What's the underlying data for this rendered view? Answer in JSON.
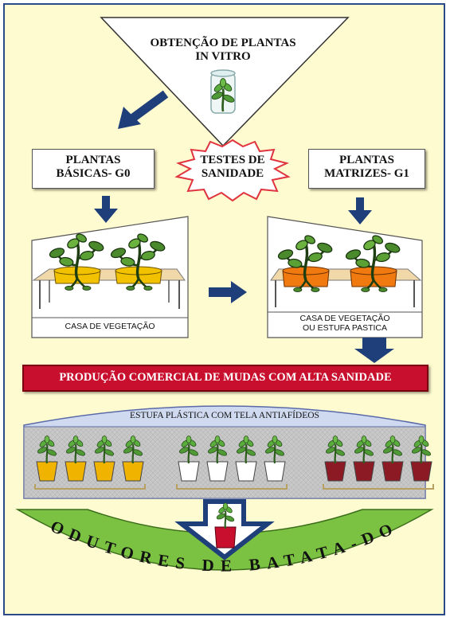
{
  "top_triangle": {
    "line1": "OBTENÇÃO DE PLANTAS",
    "line2": "IN VITRO"
  },
  "starburst": {
    "line1": "TESTES DE",
    "line2": "SANIDADE"
  },
  "box_left": {
    "line1": "PLANTAS",
    "line2": "BÁSICAS- G0"
  },
  "box_right": {
    "line1": "PLANTAS",
    "line2": "MATRIZES- G1"
  },
  "greenhouse_left": {
    "label": "CASA DE VEGETAÇÃO",
    "pot_color": "#f2c200"
  },
  "greenhouse_right": {
    "line1": "CASA DE VEGETAÇÃO",
    "line2": "OU ESTUFA PASTICA",
    "pot_color": "#f07a10"
  },
  "banner": {
    "text": "PRODUÇÃO COMERCIAL DE MUDAS COM ALTA SANIDADE",
    "color": "#c8102e"
  },
  "tunnel": {
    "label": "ESTUFA PLÁSTICA COM TELA ANTIAFÍDEOS",
    "pot_colors": [
      "#f0b400",
      "#ffffff",
      "#8b1a24"
    ]
  },
  "arc": {
    "text": "PRODUTORES DE BATATA-DOCE",
    "color": "#7cc242"
  },
  "colors": {
    "arrow_blue": "#1f3f7a",
    "frame_border": "#2a4a8a",
    "background": "#fffbd0",
    "plant_green": "#3c7a2a"
  }
}
